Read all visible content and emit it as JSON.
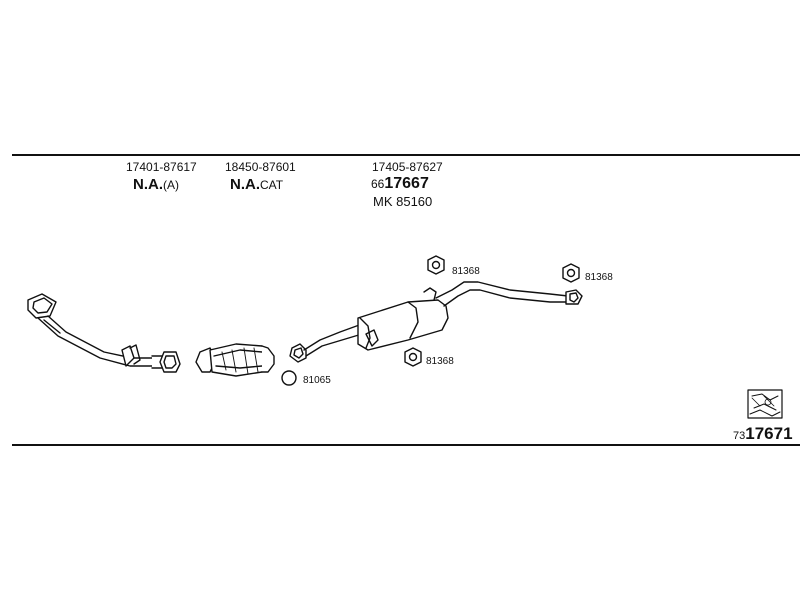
{
  "columns": [
    {
      "part_number": "17401-87617",
      "label_main": "N.A.",
      "label_suffix": "(A)"
    },
    {
      "part_number": "18450-87601",
      "label_main": "N.A.",
      "label_suffix": "CAT"
    },
    {
      "part_number": "17405-87627",
      "code_prefix": "66",
      "code_main": "17667",
      "mk": "MK 85160"
    }
  ],
  "callouts": {
    "upper_left": "81368",
    "upper_right": "81368",
    "lower": "81368",
    "ring": "81065"
  },
  "diagram_ref": {
    "prefix": "73",
    "main": "17671"
  }
}
